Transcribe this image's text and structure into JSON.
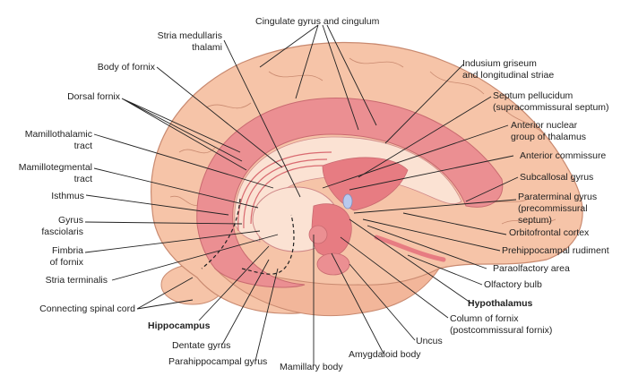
{
  "title": "Limbic system — medial view of the brain",
  "colors": {
    "cortex": "#f6c4a8",
    "cortex_outline": "#c98a70",
    "limbic": "#eb8f92",
    "limbic_dark": "#d96a70",
    "pale": "#fbe2d3",
    "commissure": "#b9c9ee",
    "leader_line": "#222222"
  },
  "labels": {
    "cingulate": "Cingulate gyrus and cingulum",
    "stria_med_1": "Stria medullaris",
    "stria_med_2": "thalami",
    "body_fornix": "Body of fornix",
    "dorsal_fornix": "Dorsal fornix",
    "mamillothal_1": "Mamillothalamic",
    "mamillothal_2": "tract",
    "mamillotegm_1": "Mamillotegmental",
    "mamillotegm_2": "tract",
    "isthmus": "Isthmus",
    "gyrus_fasc_1": "Gyrus",
    "gyrus_fasc_2": "fasciolaris",
    "fimbria_1": "Fimbria",
    "fimbria_2": "of fornix",
    "stria_term": "Stria terminalis",
    "connecting": "Connecting spinal cord",
    "hippocampus": "Hippocampus",
    "dentate": "Dentate gyrus",
    "parahippo": "Parahippocampal gyrus",
    "mamillary": "Mamillary body",
    "amygdaloid": "Amygdaloid body",
    "uncus": "Uncus",
    "column_1": "Column of fornix",
    "column_2": "(postcommissural fornix)",
    "hypothalamus": "Hypothalamus",
    "olfactory_bulb": "Olfactory bulb",
    "paraolfactory": "Paraolfactory area",
    "prehippo": "Prehippocampal rudiment",
    "orbitofrontal": "Orbitofrontal cortex",
    "paraterminal_1": "Paraterminal gyrus",
    "paraterminal_2": "(precommissural",
    "paraterminal_3": "septum)",
    "subcallosal": "Subcallosal gyrus",
    "ant_comm": "Anterior commissure",
    "ant_nuc_1": "Anterior nuclear",
    "ant_nuc_2": "group of thalamus",
    "septum_1": "Septum pellucidum",
    "septum_2": "(supracommissural septum)",
    "indusium_1": "Indusium griseum",
    "indusium_2": "and longitudinal striae"
  }
}
